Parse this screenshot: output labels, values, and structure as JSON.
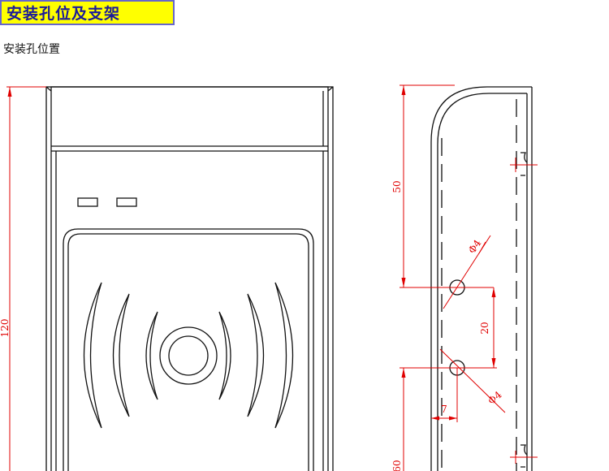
{
  "header": {
    "title": "安装孔位及支架",
    "subtitle": "安装孔位置"
  },
  "dimensions": {
    "total_height": "120",
    "top_segment": "50",
    "hole_spacing": "20",
    "hole_offset": "7",
    "hole_diameter_upper": "Φ4",
    "hole_diameter_lower": "Φ4",
    "bottom_segment": "60"
  },
  "colors": {
    "banner_bg": "#ffff00",
    "banner_text": "#1a1a9a",
    "outline": "#111111",
    "dimension": "#e00000"
  }
}
